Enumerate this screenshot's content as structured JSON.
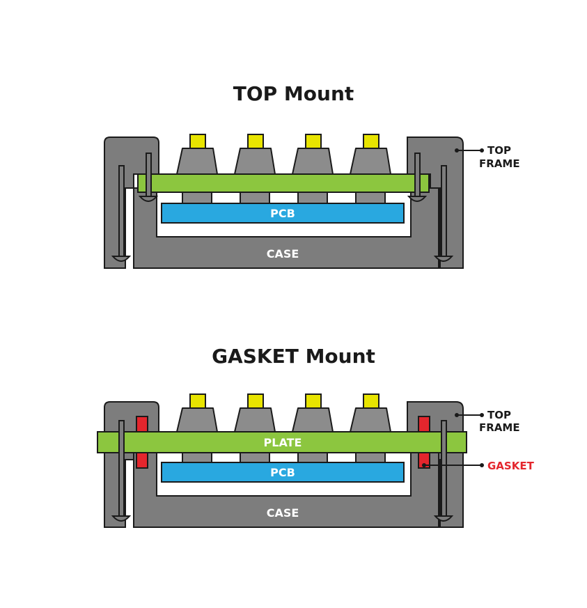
{
  "top": {
    "title": "TOP Mount",
    "pcb": "PCB",
    "case": "CASE",
    "frame_line1": "TOP",
    "frame_line2": "FRAME"
  },
  "gasket": {
    "title": "GASKET Mount",
    "plate": "PLATE",
    "pcb": "PCB",
    "case": "CASE",
    "frame_line1": "TOP",
    "frame_line2": "FRAME",
    "gasket": "GASKET"
  },
  "colors": {
    "frame": "#7d7d7d",
    "frame_dark": "#5f5f5f",
    "keycap": "#8c8c8c",
    "stem": "#e8e400",
    "plate": "#8cc63f",
    "pcb": "#29a8e0",
    "gasket": "#e4262d",
    "outline": "#1a1a1a",
    "gasket_label": "#e4262d"
  }
}
